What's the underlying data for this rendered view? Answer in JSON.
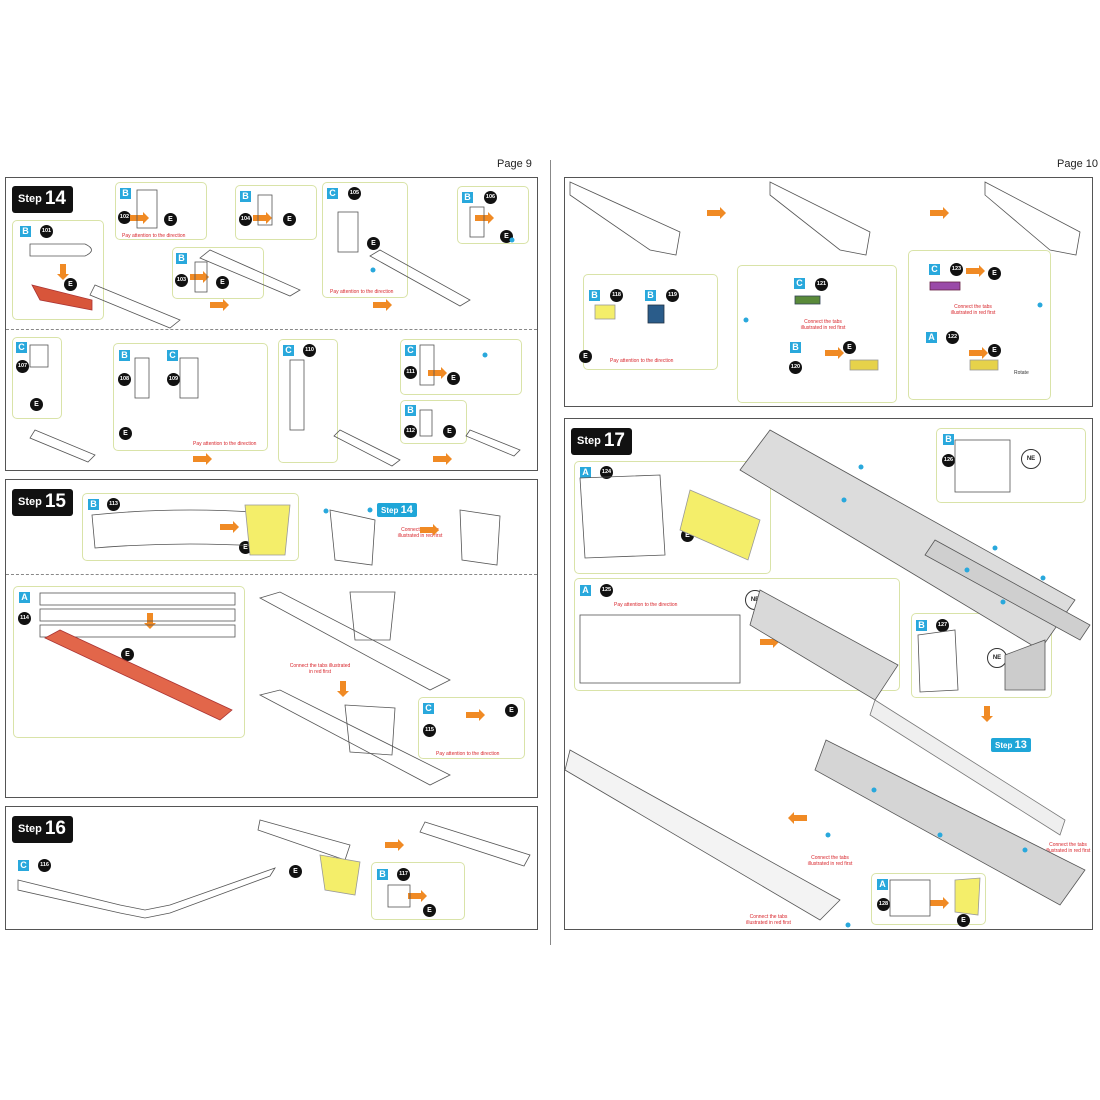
{
  "pages": {
    "left_label": "Page 9",
    "right_label": "Page 10"
  },
  "common": {
    "step_word": "Step",
    "tool_letter": "E",
    "ne_label": "NE"
  },
  "step14": {
    "number": "14",
    "parts": [
      "101",
      "102",
      "103",
      "104",
      "105",
      "106",
      "107",
      "108",
      "109",
      "110",
      "111",
      "112"
    ],
    "sheets": [
      "B",
      "B",
      "B",
      "B",
      "C",
      "B",
      "C",
      "B",
      "C",
      "C",
      "C",
      "B"
    ],
    "note_direction_1": "Pay attention to the direction",
    "note_direction_2": "Pay attention to the direction",
    "note_direction_3": "Pay attention to the direction"
  },
  "step15": {
    "number": "15",
    "parts": [
      "113",
      "114",
      "115"
    ],
    "sheets": [
      "B",
      "A",
      "C"
    ],
    "ref_step": "14",
    "note_tabs_1": "Connect the tabs illustrated in red first",
    "note_tabs_2": "Connect the tabs illustrated in red first",
    "note_direction": "Pay attention to the direction"
  },
  "step16": {
    "number": "16",
    "parts": [
      "116",
      "117"
    ],
    "sheets": [
      "C",
      "B"
    ]
  },
  "page10_top": {
    "parts": [
      "118",
      "119",
      "120",
      "121",
      "122",
      "123"
    ],
    "sheets": [
      "B",
      "B",
      "B",
      "C",
      "A",
      "C"
    ],
    "note_direction": "Pay attention to the direction",
    "note_tabs_1": "Connect the tabs illustrated in red first",
    "note_tabs_2": "Connect the tabs illustrated in red first",
    "rotate_note": "Rotate"
  },
  "step17": {
    "number": "17",
    "parts": [
      "124",
      "125",
      "126",
      "127",
      "128"
    ],
    "sheets": [
      "A",
      "A",
      "B",
      "B",
      "A"
    ],
    "ref_step": "13",
    "note_direction": "Pay attention to the direction",
    "note_tabs_1": "Connect the tabs illustrated in red first",
    "note_tabs_2": "Connect the tabs illustrated in red first",
    "note_tabs_3": "Connect the tabs illustrated in red first"
  },
  "colors": {
    "accent_blue": "#29a8dc",
    "arrow_orange": "#f08a24",
    "highlight_yellow": "#f4ee6a",
    "part_red": "#d8553a",
    "note_red": "#d8262c",
    "frame_green": "#d9e3a8"
  },
  "icons": [
    "pointing-hand-icon",
    "tweezers-icon",
    "orange-arrow-icon",
    "blue-dot-icon"
  ]
}
